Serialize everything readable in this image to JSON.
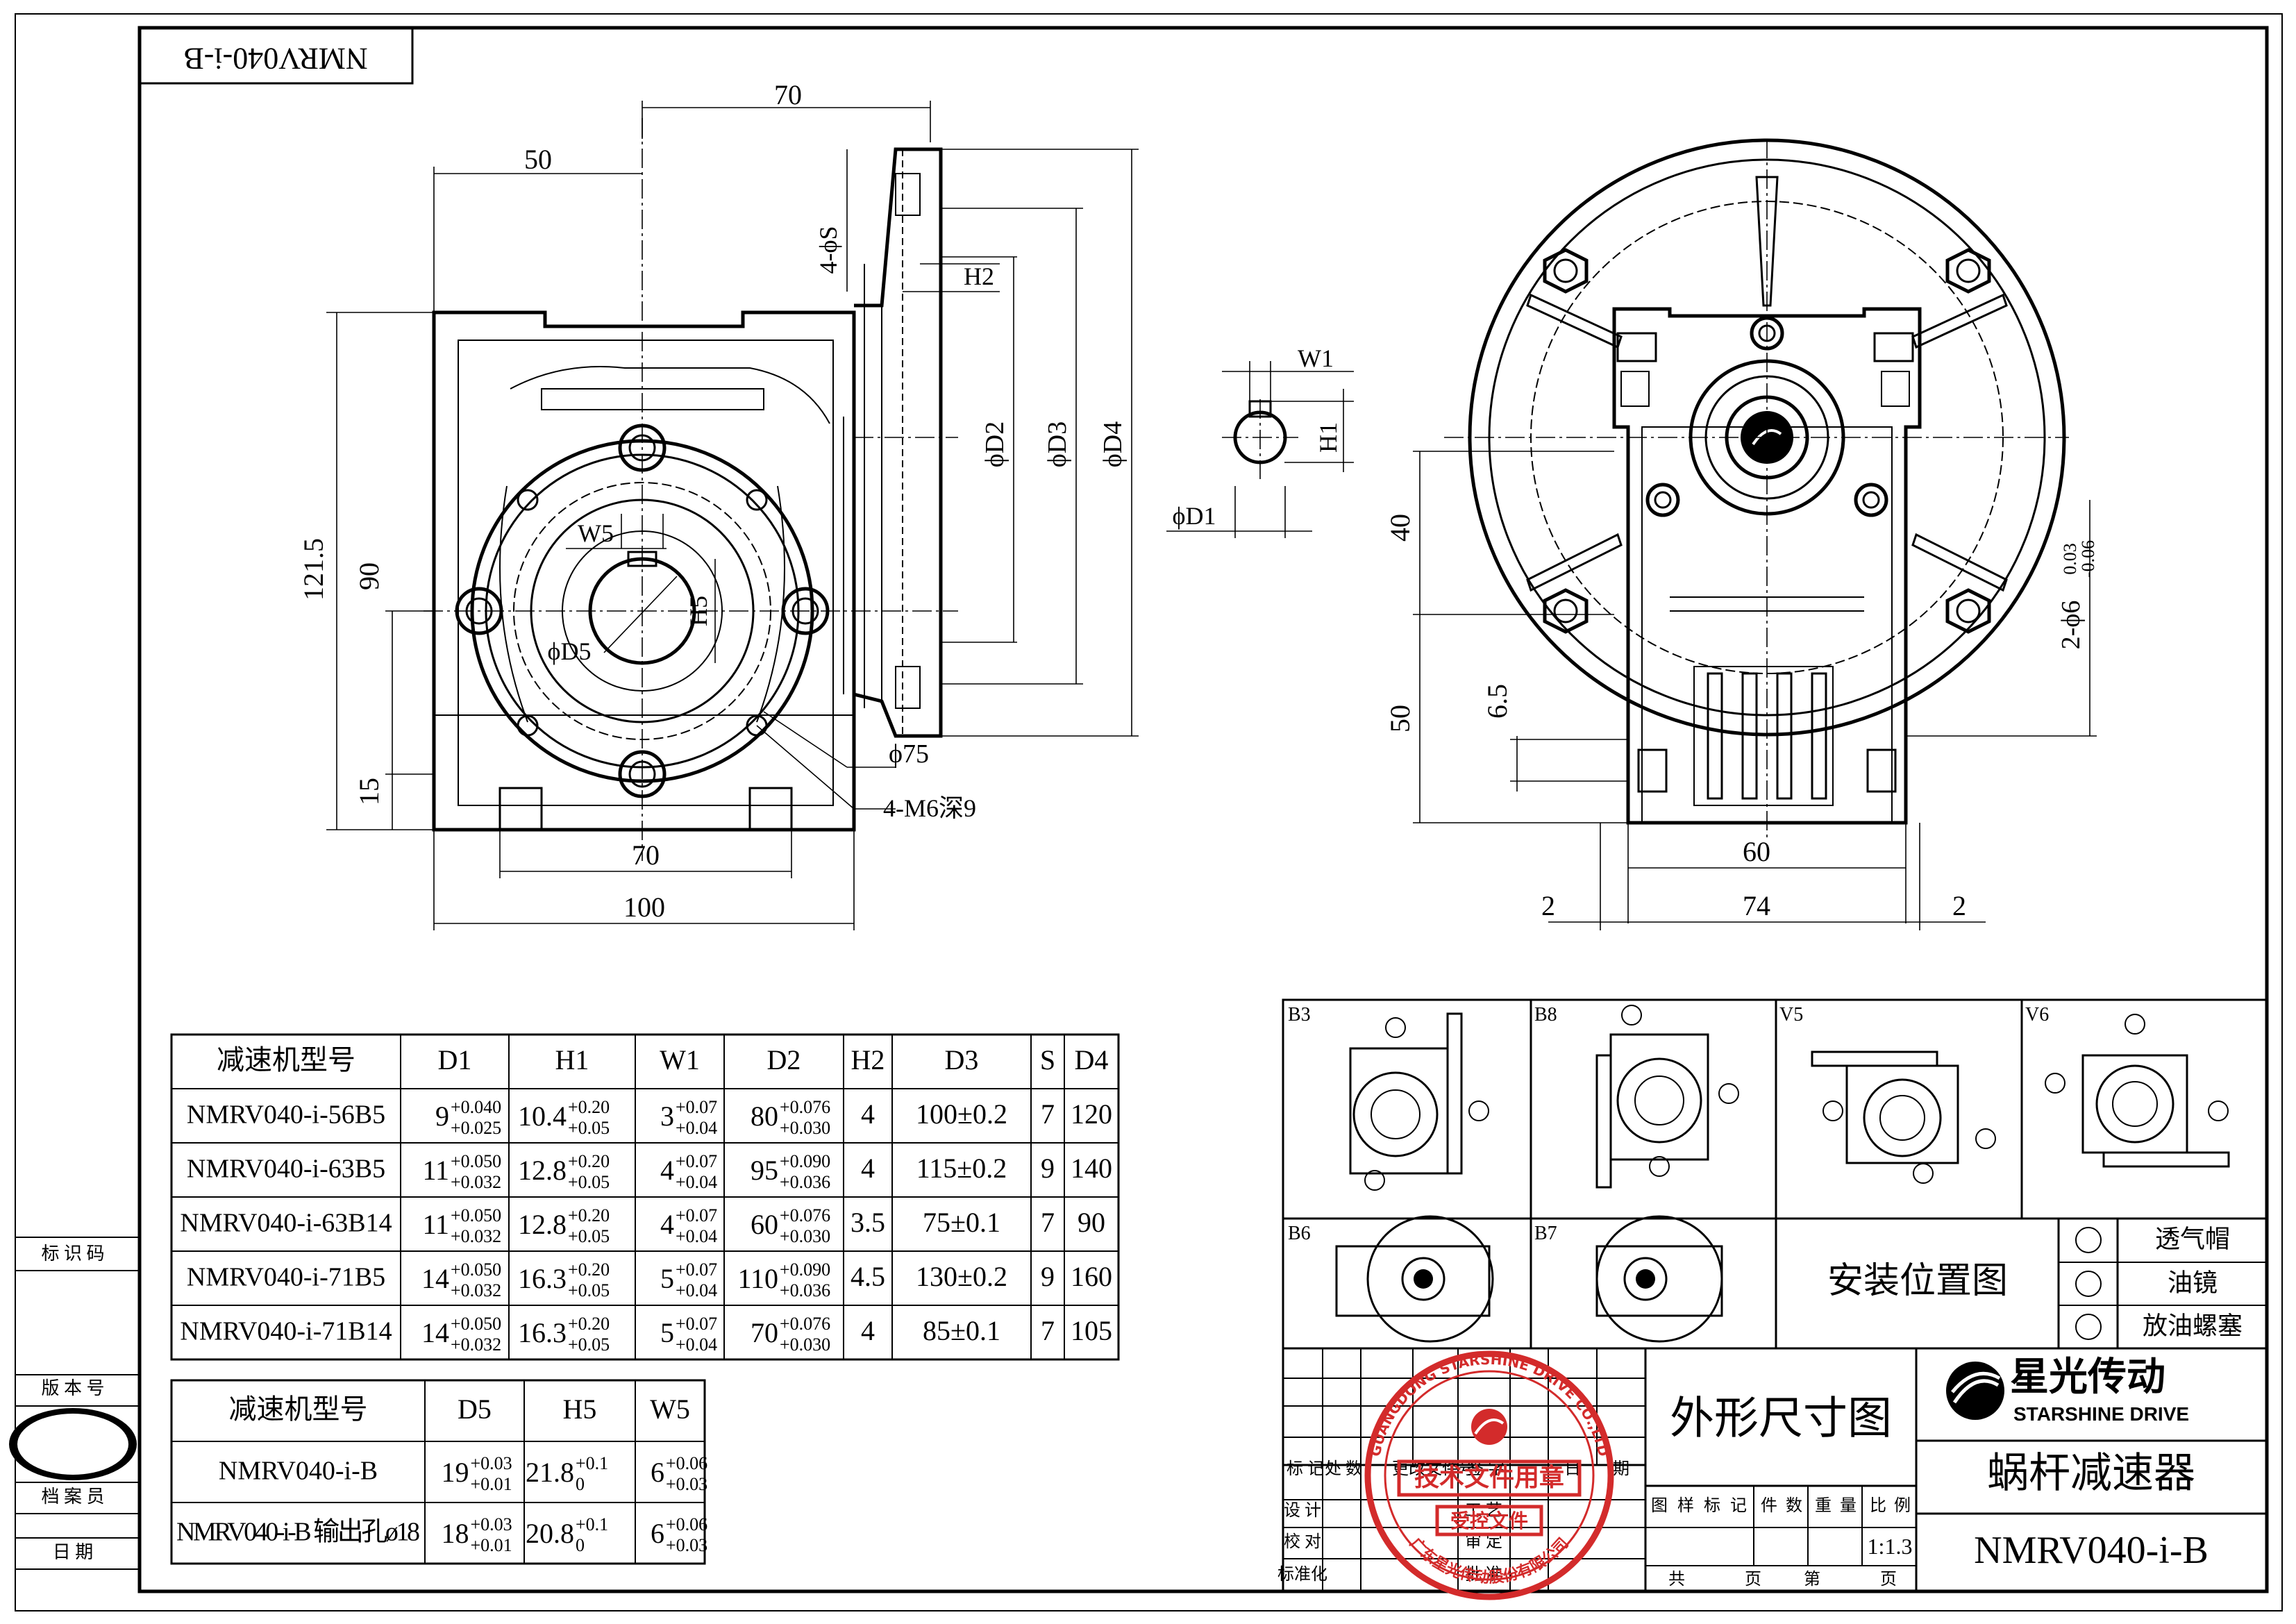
{
  "drawing_code": "NMRV040-i-B",
  "side_labels": {
    "marking_code": "标 识 码",
    "version": "版 本 号",
    "archivist": "档 案 员",
    "date": "日   期"
  },
  "front_view": {
    "dims": {
      "top_70": "70",
      "top_50": "50",
      "h_121_5": "121.5",
      "h_90": "90",
      "h_15": "15",
      "bottom_70": "70",
      "bottom_100": "100",
      "w5": "W5",
      "h5": "H5",
      "d5": "ϕD5",
      "d75": "ϕ75",
      "m6": "4-M6深9",
      "s": "4-ϕS",
      "h2": "H2",
      "d2": "ϕD2",
      "d3": "ϕD3",
      "d4": "ϕD4"
    }
  },
  "shaft_detail": {
    "w1": "W1",
    "h1": "H1",
    "d1": "ϕD1"
  },
  "side_view": {
    "dims": {
      "d40": "40",
      "d50": "50",
      "d6_5": "6.5",
      "d60": "60",
      "d74": "74",
      "d2_left": "2",
      "d2_right": "2",
      "holes": "2-ϕ6",
      "tol_hi": "0.03",
      "tol_lo": "-0.06"
    }
  },
  "table1": {
    "headers": [
      "减速机型号",
      "D1",
      "H1",
      "W1",
      "D2",
      "H2",
      "D3",
      "S",
      "D4"
    ],
    "rows": [
      [
        {
          "t": "NMRV040-i-56B5"
        },
        {
          "b": "9",
          "u": "+0.040",
          "l": "+0.025"
        },
        {
          "b": "10.4",
          "u": "+0.20",
          "l": "+0.05"
        },
        {
          "b": "3",
          "u": "+0.07",
          "l": "+0.04"
        },
        {
          "b": "80",
          "u": "+0.076",
          "l": "+0.030"
        },
        {
          "t": "4"
        },
        {
          "t": "100±0.2"
        },
        {
          "t": "7"
        },
        {
          "t": "120"
        }
      ],
      [
        {
          "t": "NMRV040-i-63B5"
        },
        {
          "b": "11",
          "u": "+0.050",
          "l": "+0.032"
        },
        {
          "b": "12.8",
          "u": "+0.20",
          "l": "+0.05"
        },
        {
          "b": "4",
          "u": "+0.07",
          "l": "+0.04"
        },
        {
          "b": "95",
          "u": "+0.090",
          "l": "+0.036"
        },
        {
          "t": "4"
        },
        {
          "t": "115±0.2"
        },
        {
          "t": "9"
        },
        {
          "t": "140"
        }
      ],
      [
        {
          "t": "NMRV040-i-63B14"
        },
        {
          "b": "11",
          "u": "+0.050",
          "l": "+0.032"
        },
        {
          "b": "12.8",
          "u": "+0.20",
          "l": "+0.05"
        },
        {
          "b": "4",
          "u": "+0.07",
          "l": "+0.04"
        },
        {
          "b": "60",
          "u": "+0.076",
          "l": "+0.030"
        },
        {
          "t": "3.5"
        },
        {
          "t": "75±0.1"
        },
        {
          "t": "7"
        },
        {
          "t": "90"
        }
      ],
      [
        {
          "t": "NMRV040-i-71B5"
        },
        {
          "b": "14",
          "u": "+0.050",
          "l": "+0.032"
        },
        {
          "b": "16.3",
          "u": "+0.20",
          "l": "+0.05"
        },
        {
          "b": "5",
          "u": "+0.07",
          "l": "+0.04"
        },
        {
          "b": "110",
          "u": "+0.090",
          "l": "+0.036"
        },
        {
          "t": "4.5"
        },
        {
          "t": "130±0.2"
        },
        {
          "t": "9"
        },
        {
          "t": "160"
        }
      ],
      [
        {
          "t": "NMRV040-i-71B14"
        },
        {
          "b": "14",
          "u": "+0.050",
          "l": "+0.032"
        },
        {
          "b": "16.3",
          "u": "+0.20",
          "l": "+0.05"
        },
        {
          "b": "5",
          "u": "+0.07",
          "l": "+0.04"
        },
        {
          "b": "70",
          "u": "+0.076",
          "l": "+0.030"
        },
        {
          "t": "4"
        },
        {
          "t": "85±0.1"
        },
        {
          "t": "7"
        },
        {
          "t": "105"
        }
      ]
    ]
  },
  "table2": {
    "headers": [
      "减速机型号",
      "D5",
      "H5",
      "W5"
    ],
    "rows": [
      [
        {
          "t": "NMRV040-i-B"
        },
        {
          "b": "19",
          "u": "+0.03",
          "l": "+0.01"
        },
        {
          "b": "21.8",
          "u": "+0.1",
          "l": "0"
        },
        {
          "b": "6",
          "u": "+0.06",
          "l": "+0.03"
        }
      ],
      [
        {
          "t": "NMRV040-i-B 输出孔ø18"
        },
        {
          "b": "18",
          "u": "+0.03",
          "l": "+0.01"
        },
        {
          "b": "20.8",
          "u": "+0.1",
          "l": "0"
        },
        {
          "b": "6",
          "u": "+0.06",
          "l": "+0.03"
        }
      ]
    ]
  },
  "mounting": {
    "labels": [
      "B3",
      "B8",
      "V5",
      "V6",
      "B6",
      "B7"
    ],
    "title": "安装位置图",
    "legend": [
      "透气帽",
      "油镜",
      "放油螺塞"
    ]
  },
  "title_block": {
    "drawing_title": "外形尺寸图",
    "company": "星光传动",
    "company_en": "STARSHINE DRIVE",
    "product": "蜗杆减速器",
    "model": "NMRV040-i-B",
    "rev_cols": [
      "标 记",
      "处 数",
      "更改文件号",
      "签 字",
      "日",
      "期"
    ],
    "roles": [
      "设  计",
      "校  对",
      "标准化"
    ],
    "roles2": [
      "工  艺",
      "审  定",
      "批  准"
    ],
    "attr_cols": [
      "图",
      "样",
      "标",
      "记",
      "件",
      "数",
      "重",
      "量",
      "比",
      "例"
    ],
    "scale": "1:1.3",
    "sheet": [
      "共",
      "页",
      "第",
      "页"
    ]
  },
  "stamp": {
    "ring_text": "GUANGDONG STARSHINE DRIVE CO.,LTD",
    "line1": "技术文件用章",
    "line2": "受控文件",
    "bottom": "广东星光传动股份有限公司"
  }
}
